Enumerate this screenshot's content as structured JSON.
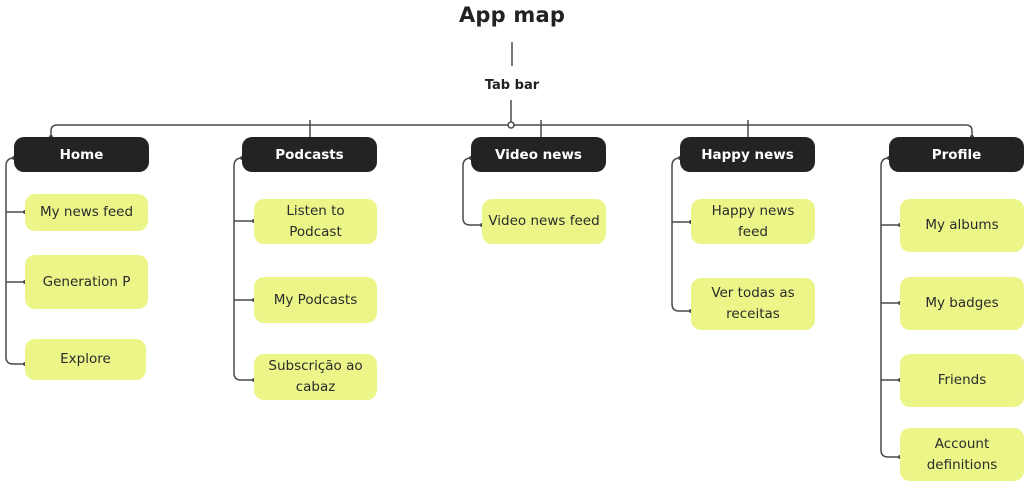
{
  "title": "App map",
  "root": "Tab bar",
  "colors": {
    "parent_bg": "#232323",
    "parent_text": "#ffffff",
    "child_bg": "#ebf588",
    "child_text": "#2b2b2b",
    "connector": "#4a4a4a"
  },
  "branches": [
    {
      "label": "Home",
      "children": [
        "My news feed",
        "Generation P",
        "Explore"
      ]
    },
    {
      "label": "Podcasts",
      "children": [
        "Listen to Podcast",
        "My Podcasts",
        "Subscrição ao cabaz"
      ]
    },
    {
      "label": "Video news",
      "children": [
        "Video news feed"
      ]
    },
    {
      "label": "Happy news",
      "children": [
        "Happy news feed",
        "Ver todas as receitas"
      ]
    },
    {
      "label": "Profile",
      "children": [
        "My albums",
        "My badges",
        "Friends",
        "Account definitions"
      ]
    }
  ]
}
